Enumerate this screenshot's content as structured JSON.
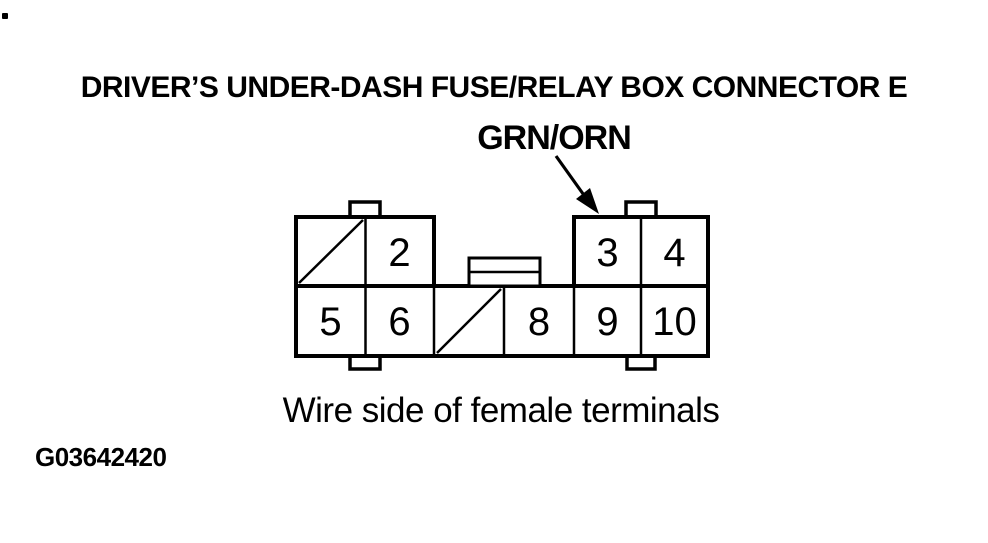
{
  "page": {
    "title": "DRIVER’S UNDER-DASH FUSE/RELAY BOX CONNECTOR E",
    "caption": "Wire side of female terminals",
    "doc_number": "G03642420"
  },
  "wire": {
    "label": "GRN/ORN",
    "points_to_pin": "3"
  },
  "connector": {
    "top_row_pins": [
      {
        "id": "blocked-left",
        "label": "",
        "blocked": true
      },
      {
        "id": "2",
        "label": "2",
        "blocked": false
      },
      {
        "id": "3",
        "label": "3",
        "blocked": false
      },
      {
        "id": "4",
        "label": "4",
        "blocked": false
      }
    ],
    "bottom_row_pins": [
      {
        "id": "5",
        "label": "5",
        "blocked": false
      },
      {
        "id": "6",
        "label": "6",
        "blocked": false
      },
      {
        "id": "blocked-right",
        "label": "",
        "blocked": true
      },
      {
        "id": "8",
        "label": "8",
        "blocked": false
      },
      {
        "id": "9",
        "label": "9",
        "blocked": false
      },
      {
        "id": "10",
        "label": "10",
        "blocked": false
      }
    ]
  },
  "colors": {
    "ink": "#000000",
    "paper": "#ffffff"
  }
}
